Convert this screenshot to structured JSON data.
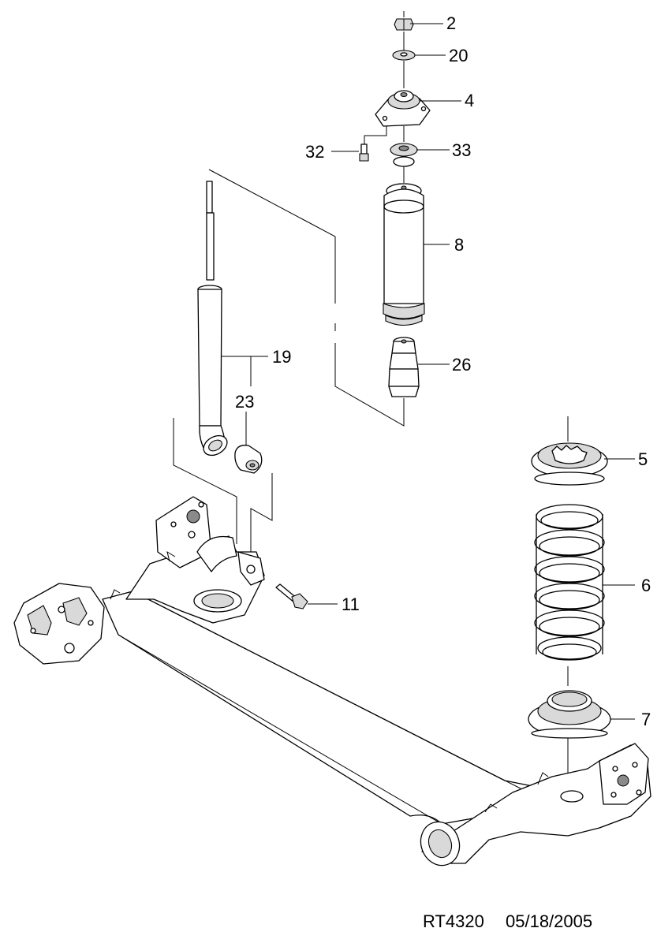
{
  "callouts": {
    "c2": "2",
    "c20": "20",
    "c4": "4",
    "c32": "32",
    "c33": "33",
    "c8": "8",
    "c19": "19",
    "c23": "23",
    "c26": "26",
    "c5": "5",
    "c6": "6",
    "c11": "11",
    "c7": "7"
  },
  "footer": {
    "drawing_code": "RT4320",
    "date": "05/18/2005"
  }
}
